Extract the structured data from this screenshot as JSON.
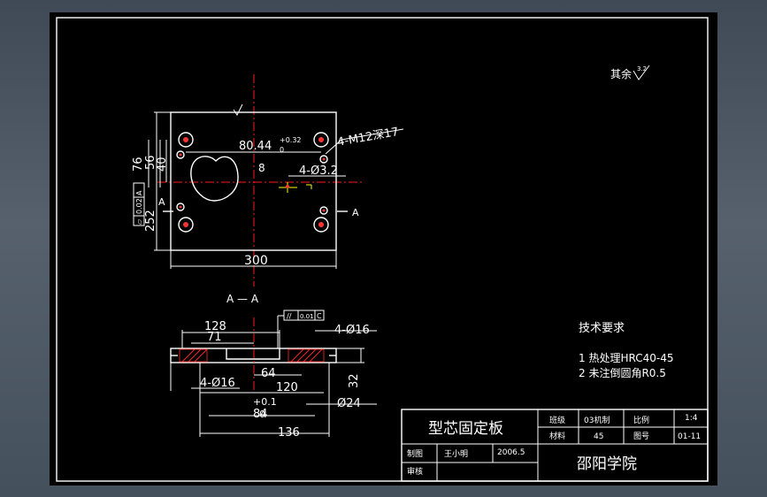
{
  "surface_finish_note": "其余",
  "surface_finish_value": "3.2",
  "plan_view": {
    "dims": {
      "width": "300",
      "x_offset": "80.44",
      "x_offset_tol_upper": "+0.32",
      "x_offset_tol_lower": "0",
      "thread_holes": "4-M12深17",
      "pin_holes": "4-Ø3.2",
      "h76": "76",
      "h56": "56",
      "h40": "40",
      "h252": "252",
      "small_8": "8",
      "flatness_symbol": "⏥",
      "flatness_value": "0.02",
      "flatness_datum": "A"
    },
    "section_marker_left": "A",
    "section_marker_right": "A"
  },
  "section_view": {
    "title": "A — A",
    "dims": {
      "d128": "128",
      "d71": "71",
      "bore_top": "4-Ø16",
      "bore_bottom": "4-Ø16",
      "d64": "64",
      "d120": "120",
      "d84": "84",
      "d84_tol_upper": "+0.1",
      "d84_tol_lower": "0",
      "d136": "136",
      "d24": "Ø24",
      "d32": "32",
      "parallel_symbol": "//",
      "parallel_value": "0.01",
      "parallel_datum": "C"
    }
  },
  "tech_req": {
    "heading": "技术要求",
    "items": [
      "1   热处理HRC40-45",
      "2  未注倒圆角R0.5"
    ]
  },
  "title_block": {
    "part_name": "型芯固定板",
    "class_label": "班级",
    "class_value": "03机制",
    "scale_label": "比例",
    "scale_value": "1:4",
    "material_label": "材料",
    "material_value": "45",
    "drawing_no_label": "图号",
    "drawing_no_value": "01-11",
    "drawn_label": "制图",
    "drawn_name": "王小明",
    "drawn_date": "2006.5",
    "check_label": "审核",
    "school": "邵阳学院"
  }
}
